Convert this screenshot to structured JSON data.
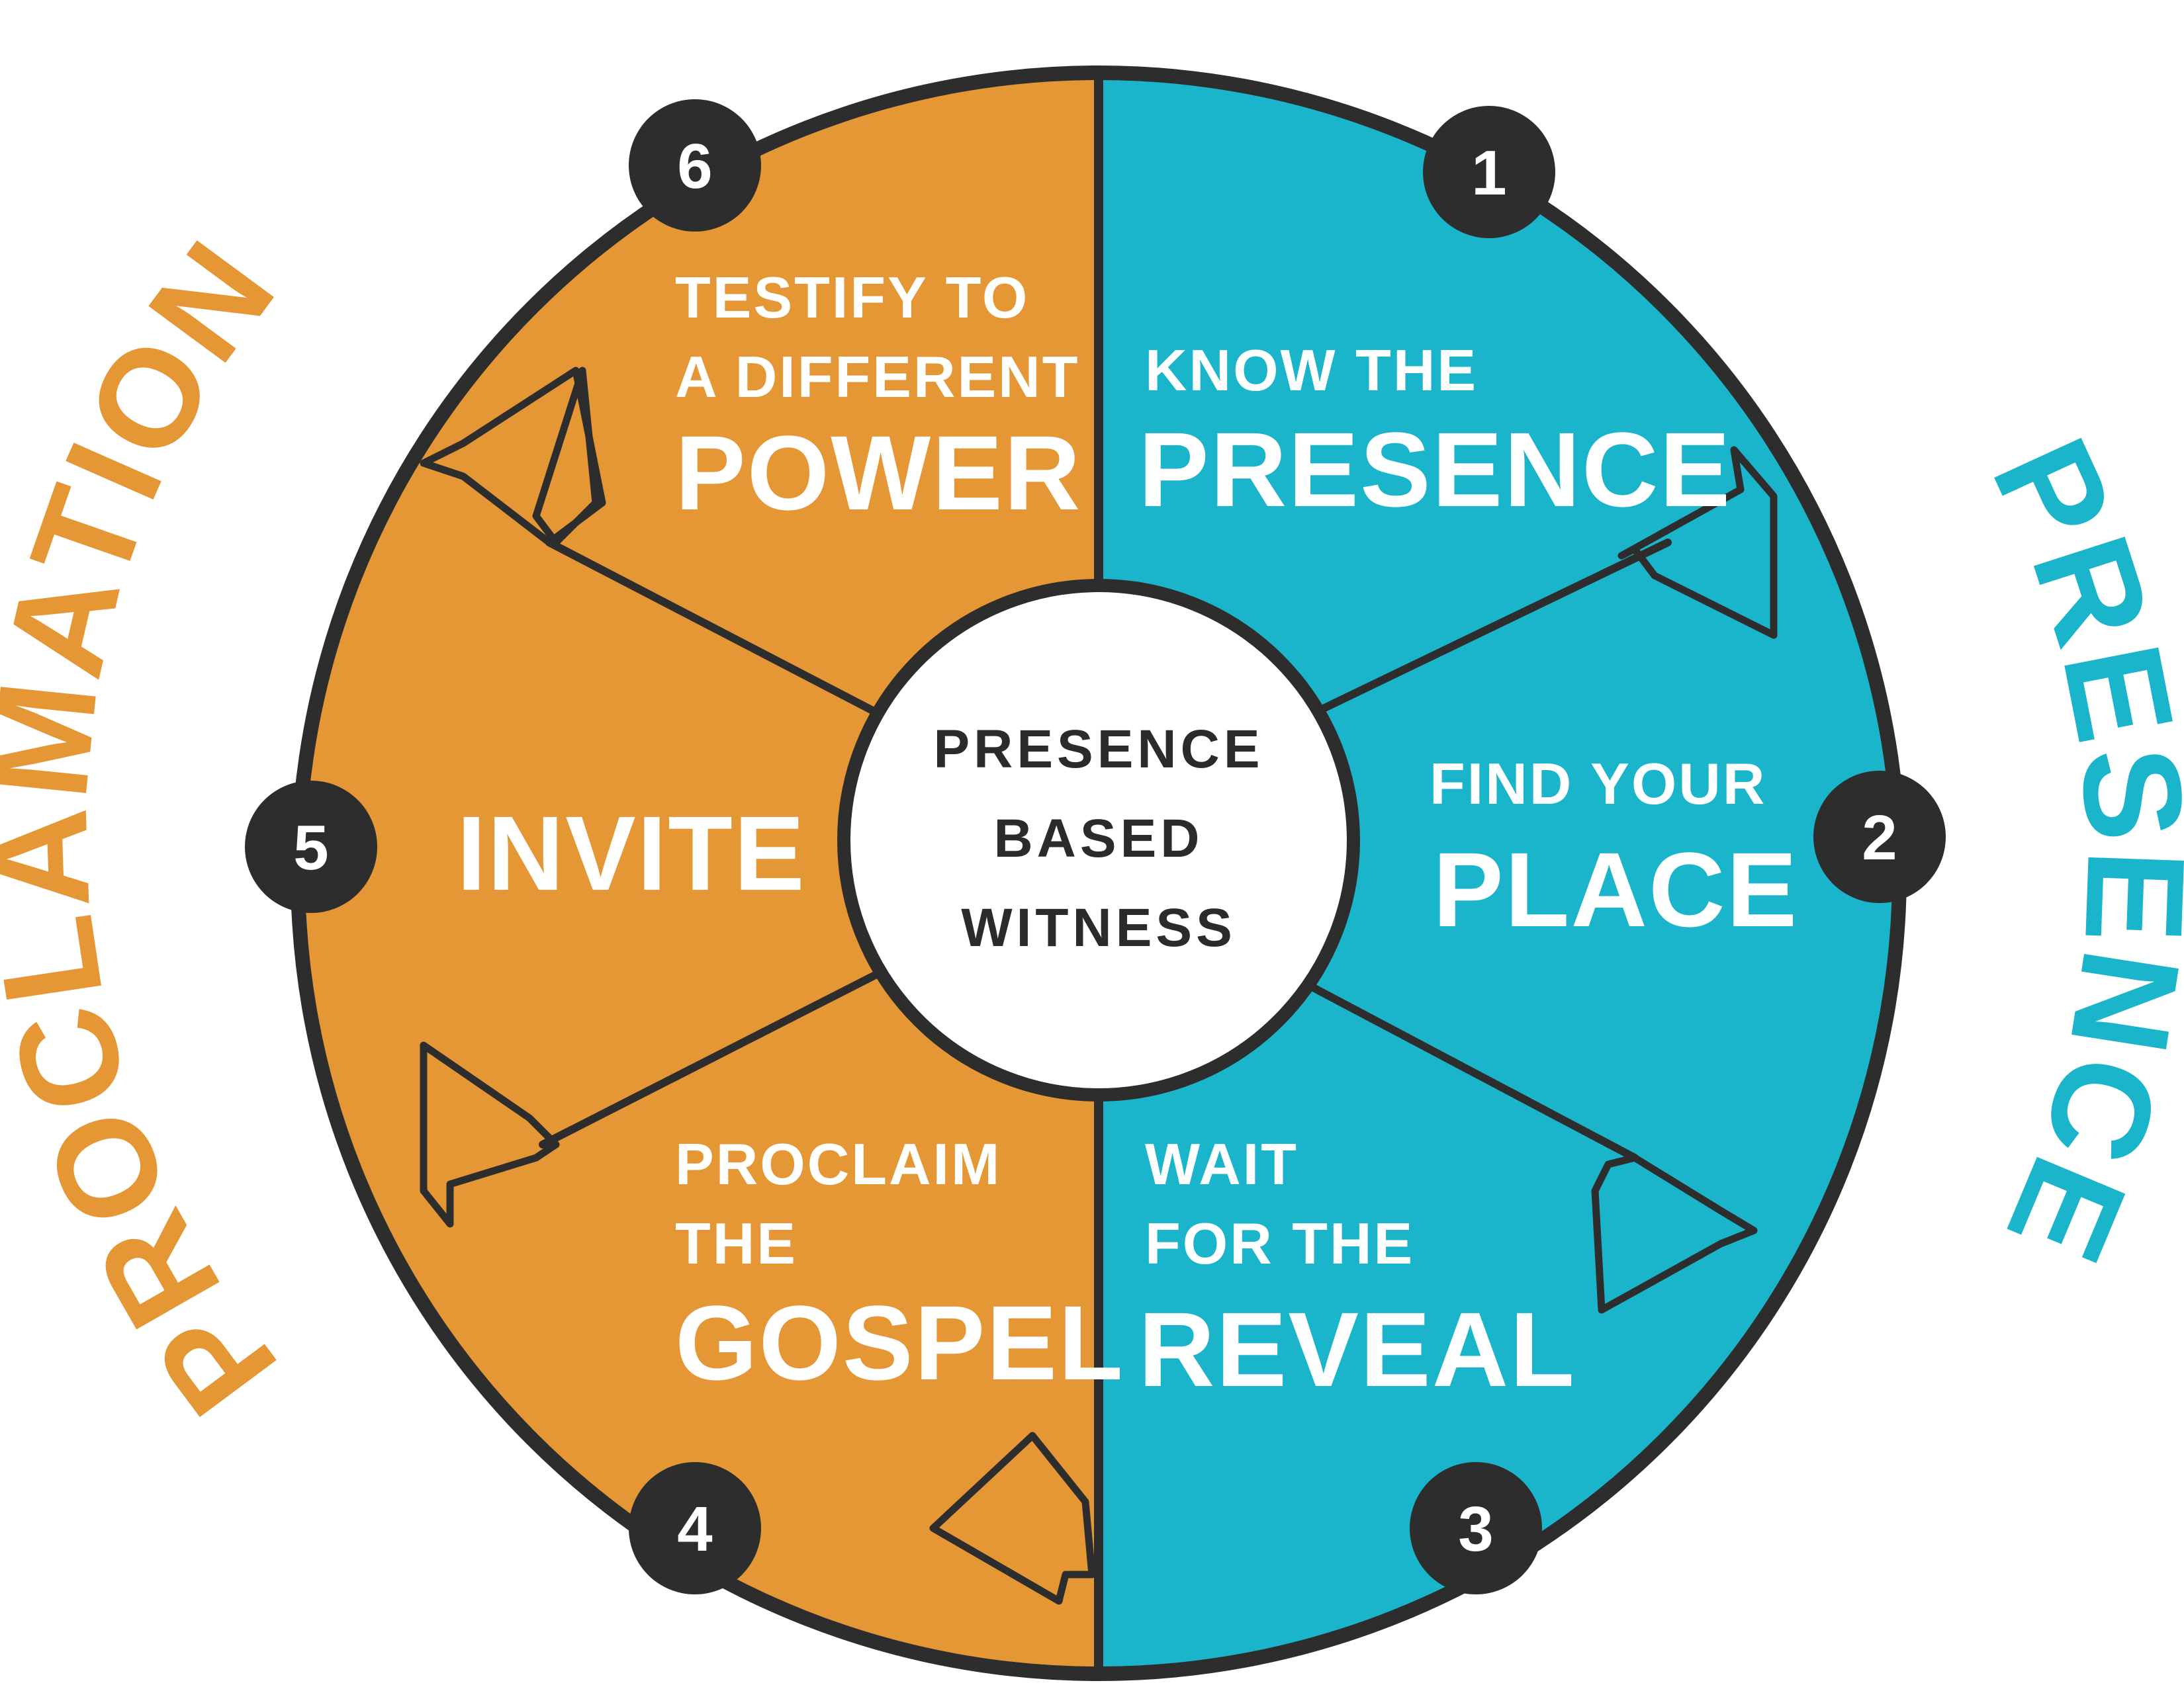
{
  "colors": {
    "presence": "#1bb5cb",
    "proclamation": "#e69735",
    "outline": "#2d2d2d",
    "center_fill": "#ffffff",
    "label_text": "#ffffff"
  },
  "side_labels": {
    "presence": "PRESENCE",
    "proclamation": "PROCLAMATION"
  },
  "center": {
    "line1": "PRESENCE",
    "line2": "BASED",
    "line3": "WITNESS"
  },
  "steps": [
    {
      "number": "1",
      "line1": "KNOW THE",
      "line2": "",
      "big": "PRESENCE"
    },
    {
      "number": "2",
      "line1": "FIND YOUR",
      "line2": "",
      "big": "PLACE"
    },
    {
      "number": "3",
      "line1": "WAIT",
      "line2": "FOR THE",
      "big": "REVEAL"
    },
    {
      "number": "4",
      "line1": "PROCLAIM",
      "line2": "THE",
      "big": "GOSPEL"
    },
    {
      "number": "5",
      "line1": "",
      "line2": "",
      "big": "INVITE"
    },
    {
      "number": "6",
      "line1": "TESTIFY TO",
      "line2": "A DIFFERENT",
      "big": "POWER"
    }
  ]
}
